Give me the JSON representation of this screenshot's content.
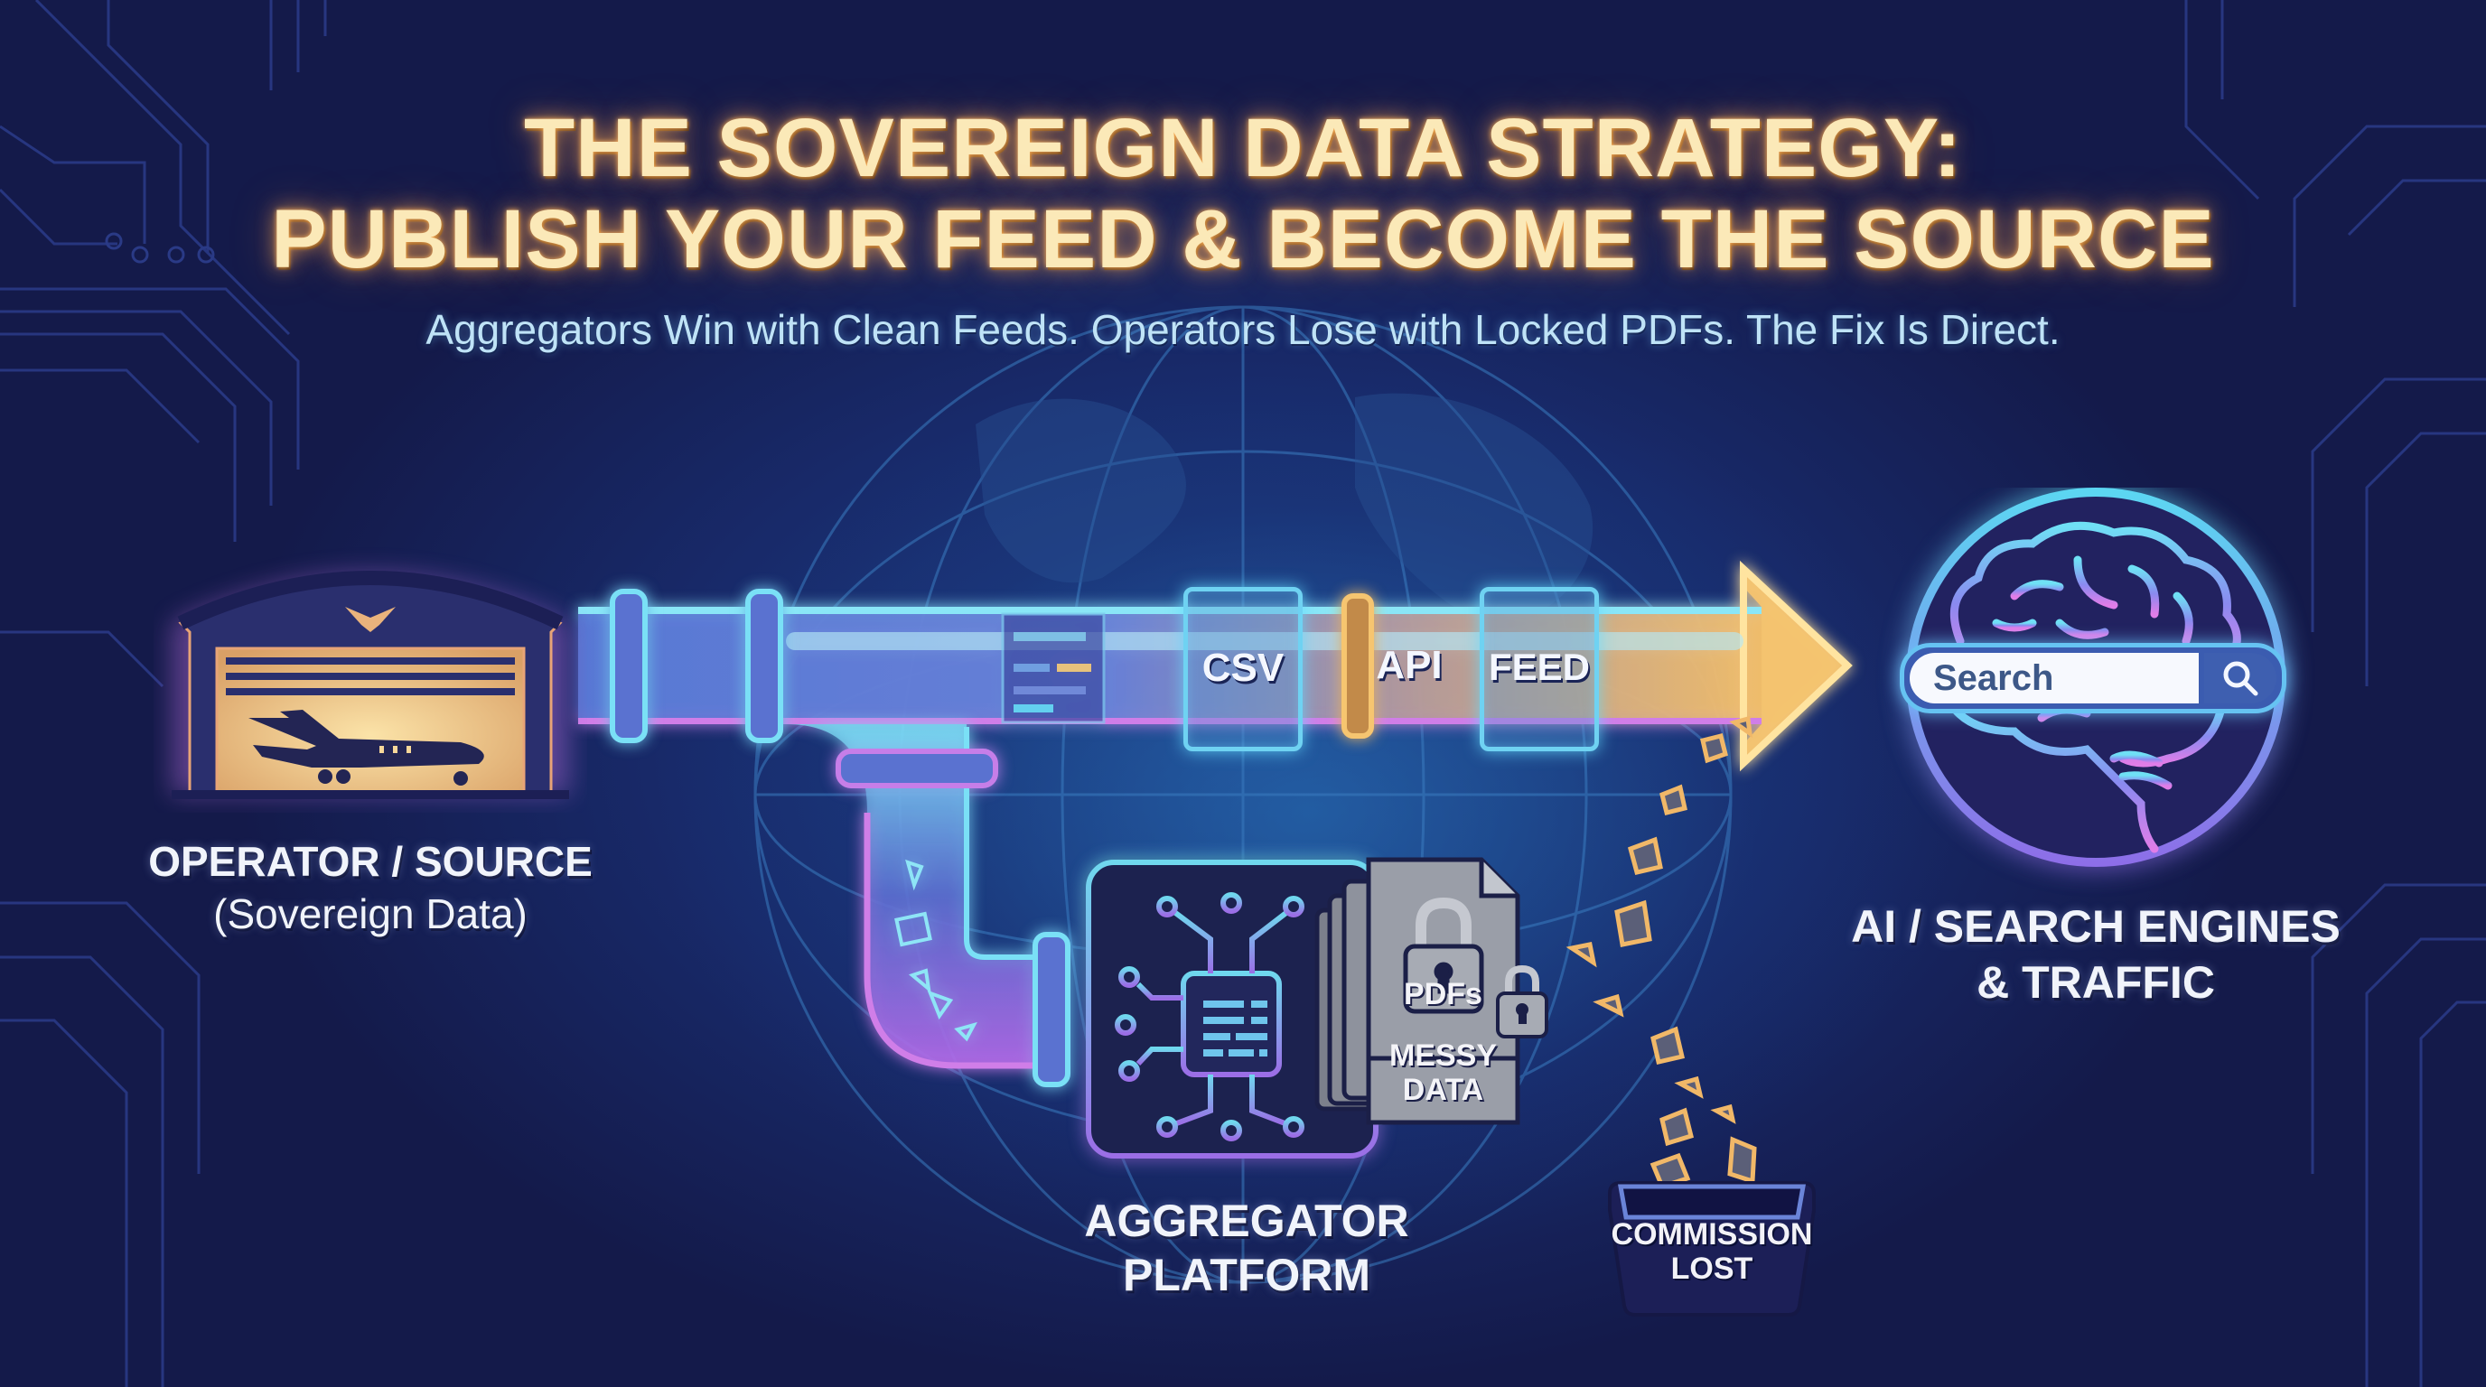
{
  "header": {
    "title_line1": "THE SOVEREIGN DATA STRATEGY:",
    "title_line2": "PUBLISH YOUR FEED & BECOME THE SOURCE",
    "subtitle": "Aggregators Win with Clean Feeds. Operators Lose with Locked PDFs. The Fix Is Direct."
  },
  "nodes": {
    "operator": {
      "icon": "hangar-with-jet-icon",
      "label_line1": "OPERATOR / SOURCE",
      "label_line2": "(Sovereign Data)"
    },
    "pipeline": {
      "chips": [
        {
          "label": "CSV",
          "icon": "document-icon"
        },
        {
          "label": "API",
          "icon": "pipe-coupling"
        },
        {
          "label": "FEED",
          "icon": "document-icon"
        }
      ],
      "direction": "arrow-right-icon"
    },
    "aggregator": {
      "icon": "circuit-chip-icon",
      "label_line1": "AGGREGATOR",
      "label_line2": "PLATFORM",
      "documents": {
        "label1": "PDFs",
        "label2_line1": "MESSY",
        "label2_line2": "DATA",
        "icon": "padlock-icon"
      }
    },
    "commission_bin": {
      "label_line1": "COMMISSION",
      "label_line2": "LOST",
      "icon": "bin-icon"
    },
    "ai_search": {
      "icon": "brain-icon",
      "search_value": "Search",
      "search_button_icon": "magnifier-icon",
      "label_line1": "AI / SEARCH ENGINES",
      "label_line2": "& TRAFFIC"
    }
  },
  "colors": {
    "background": "#141a4a",
    "title": "#fbe9b8",
    "title_glow": "#ffb35a",
    "subtitle": "#bfe3f7",
    "pipe_cyan": "#6fd2f2",
    "pipe_purple": "#a66be8",
    "arrow_gold": "#f5c46a",
    "paper_gray": "#8a8f9c"
  }
}
